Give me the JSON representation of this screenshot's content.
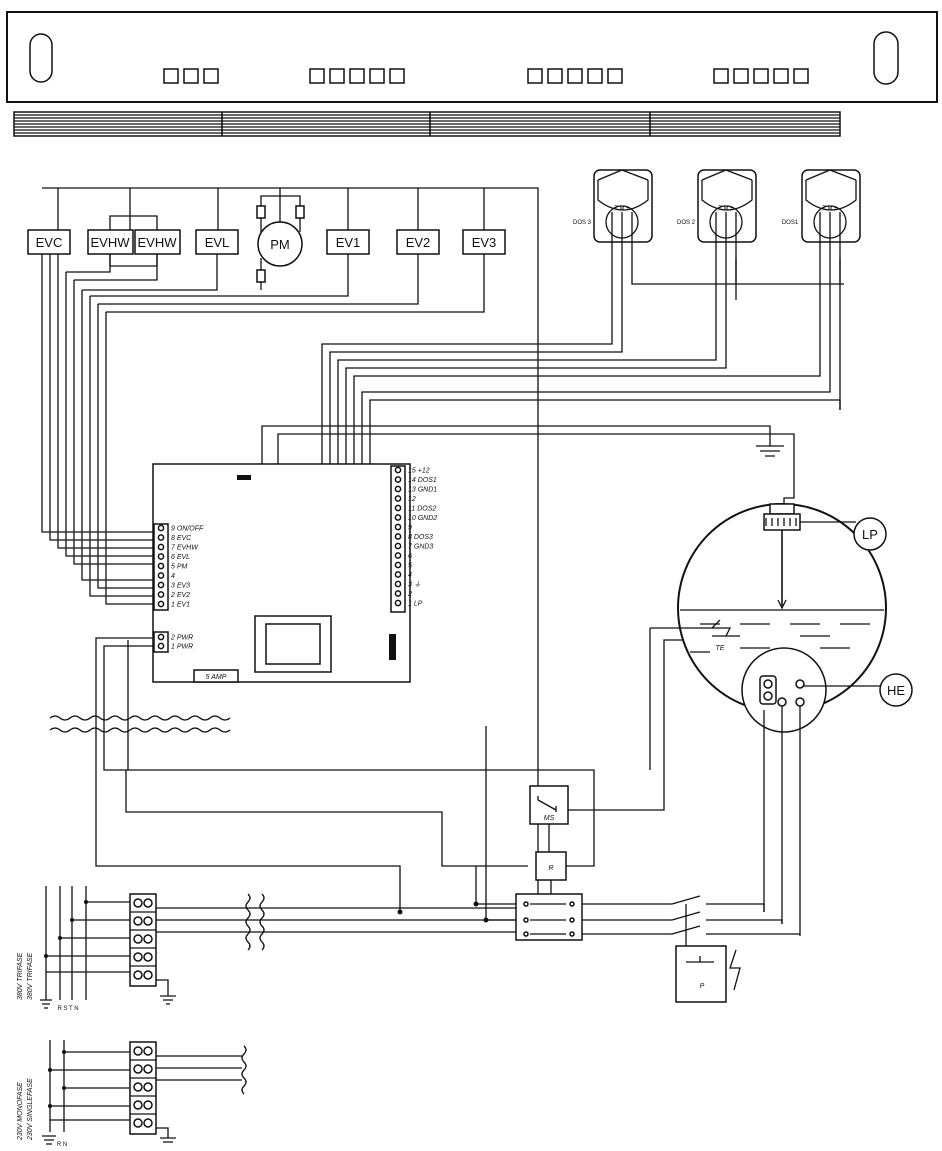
{
  "components": {
    "evc": "EVC",
    "evhw_1": "EVHW",
    "evhw_2": "EVHW",
    "evl": "EVL",
    "pm": "PM",
    "ev1": "EV1",
    "ev2": "EV2",
    "ev3": "EV3",
    "lp": "LP",
    "he": "HE",
    "te": "TE",
    "ms": "MS",
    "r": "R",
    "p": "P"
  },
  "dosers": {
    "dos3": "DOS 3",
    "dos2": "DOS 2",
    "dos1": "DOS1",
    "pin_labels": "T M +"
  },
  "board": {
    "fuse": "5 AMP",
    "left_terminals": [
      {
        "num": "9",
        "label": "ON/OFF"
      },
      {
        "num": "8",
        "label": "EVC"
      },
      {
        "num": "7",
        "label": "EVHW"
      },
      {
        "num": "6",
        "label": "EVL"
      },
      {
        "num": "5",
        "label": "PM"
      },
      {
        "num": "4",
        "label": ""
      },
      {
        "num": "3",
        "label": "EV3"
      },
      {
        "num": "2",
        "label": "EV2"
      },
      {
        "num": "1",
        "label": "EV1"
      }
    ],
    "power_terminals": [
      {
        "num": "2",
        "label": "PWR"
      },
      {
        "num": "1",
        "label": "PWR"
      }
    ],
    "right_terminals": [
      {
        "num": "15",
        "label": "+12"
      },
      {
        "num": "14",
        "label": "DOS1"
      },
      {
        "num": "13",
        "label": "GND1"
      },
      {
        "num": "12",
        "label": ""
      },
      {
        "num": "11",
        "label": "DOS2"
      },
      {
        "num": "10",
        "label": "GND2"
      },
      {
        "num": "9",
        "label": ""
      },
      {
        "num": "8",
        "label": "DOS3"
      },
      {
        "num": "7",
        "label": "GND3"
      },
      {
        "num": "6",
        "label": ""
      },
      {
        "num": "5",
        "label": ""
      },
      {
        "num": "4",
        "label": ""
      },
      {
        "num": "3",
        "label": "⏚"
      },
      {
        "num": "2",
        "label": ""
      },
      {
        "num": "1",
        "label": "LP"
      }
    ]
  },
  "supply": {
    "three_phase_a": "380V TRIFASE",
    "three_phase_b": "380V TRIFASE",
    "three_phase_terminals": "R S T N",
    "single_phase_a": "230V MONOFASE",
    "single_phase_b": "230V SINGLEFASE",
    "single_phase_terminals": "R N"
  }
}
